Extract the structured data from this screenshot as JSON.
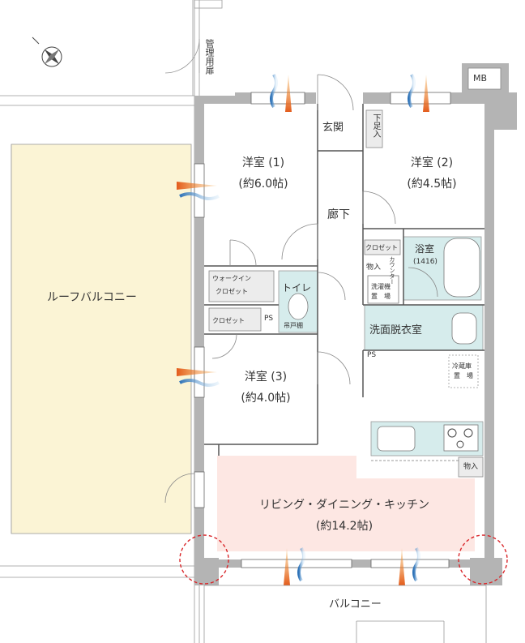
{
  "labels": {
    "kanri": "管理用扉",
    "mb": "MB",
    "genkan": "玄関",
    "geta": "下足入",
    "room1_name": "洋室 (1)",
    "room1_size": "(約6.0帖)",
    "room2_name": "洋室 (2)",
    "room2_size": "(約4.5帖)",
    "roka": "廊下",
    "roof_balcony": "ルーフバルコニー",
    "closet_top": "クロゼット",
    "monoire": "物入",
    "counter": "カウンター",
    "bath": "浴室",
    "bath_size": "(1416)",
    "walkin1": "ウォークイン",
    "walkin2": "クロゼット",
    "toilet": "トイレ",
    "sentakuki": "洗濯機",
    "sentakuki_place": "置　場",
    "closet2": "クロゼット",
    "ps": "PS",
    "todana": "吊戸棚",
    "senmen": "洗面脱衣室",
    "ps2": "PS",
    "reizoko": "冷蔵庫",
    "reizoko_place": "置　場",
    "room3_name": "洋室 (3)",
    "room3_size": "(約4.0帖)",
    "ldk_name": "リビング・ダイニング・キッチン",
    "ldk_size": "(約14.2帖)",
    "monoire2": "物入",
    "balcony": "バルコニー"
  },
  "colors": {
    "wall": "#b4b4b4",
    "roof_balcony": "#fbf4d5",
    "ldk": "#fde7e3",
    "wet": "#d6ecec",
    "vent_warm": "#e35b1c",
    "vent_cool": "#5aa3d4",
    "marker": "#d9262a"
  }
}
